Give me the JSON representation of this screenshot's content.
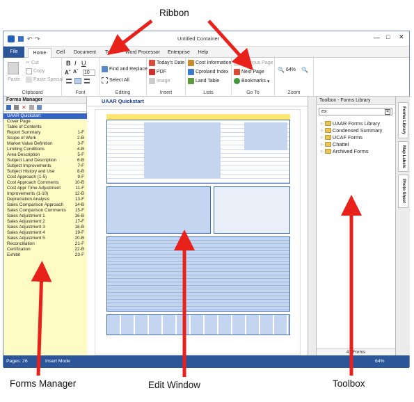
{
  "annotations": {
    "ribbon": "Ribbon",
    "forms_manager": "Forms Manager",
    "edit_window": "Edit Window",
    "toolbox": "Toolbox"
  },
  "title": "Untitled Container",
  "tabs": [
    "File",
    "Home",
    "Cell",
    "Document",
    "Tools",
    "Word Processor",
    "Enterprise",
    "Help"
  ],
  "ribbon": {
    "clipboard": {
      "label": "Clipboard",
      "cut": "Cut",
      "copy": "Copy",
      "paste": "Paste",
      "paste_special": "Paste Special"
    },
    "font": {
      "label": "Font",
      "size": "10"
    },
    "editing": {
      "label": "Editing",
      "find_replace": "Find and Replace",
      "select_all": "Select All"
    },
    "insert": {
      "label": "Insert",
      "todays_date": "Today's Date",
      "pdf": "PDF",
      "image": "Image"
    },
    "lists": {
      "label": "Lists",
      "cost_info": "Cost Information",
      "cproland": "Cproland Index",
      "land_table": "Land Table"
    },
    "goto": {
      "label": "Go To",
      "prev": "Previous Page",
      "next": "Next Page",
      "bookmarks": "Bookmarks"
    },
    "zoom": {
      "label": "Zoom",
      "value": "64%"
    }
  },
  "forms_manager": {
    "title": "Forms Manager",
    "items": [
      {
        "name": "UAAR Quickstart",
        "page": ""
      },
      {
        "name": "Cover Page",
        "page": ""
      },
      {
        "name": "Table of Contents",
        "page": ""
      },
      {
        "name": "Report Summary",
        "page": "1-F"
      },
      {
        "name": "Scope of Work",
        "page": "2-B"
      },
      {
        "name": "Market Value Definition",
        "page": "3-F"
      },
      {
        "name": "Limiting Conditions",
        "page": "4-B"
      },
      {
        "name": "Area Description",
        "page": "5-F"
      },
      {
        "name": "Subject Land Description",
        "page": "6-B"
      },
      {
        "name": "Subject Improvements",
        "page": "7-F"
      },
      {
        "name": "Subject History and Use",
        "page": "8-B"
      },
      {
        "name": "Cost Approach (1-5)",
        "page": "9-F"
      },
      {
        "name": "Cost Approach Comments",
        "page": "10-B"
      },
      {
        "name": "Cost Appr Time Adjustment",
        "page": "11-F"
      },
      {
        "name": "Improvements (1-10)",
        "page": "12-B"
      },
      {
        "name": "Depreciation Analysis",
        "page": "13-F"
      },
      {
        "name": "Sales Comparison Approach",
        "page": "14-B"
      },
      {
        "name": "Sales Comparison Comments",
        "page": "15-F"
      },
      {
        "name": "Sales Adjustment 1",
        "page": "16-B"
      },
      {
        "name": "Sales Adjustment 2",
        "page": "17-F"
      },
      {
        "name": "Sales Adjustment 3",
        "page": "18-B"
      },
      {
        "name": "Sales Adjustment 4",
        "page": "19-F"
      },
      {
        "name": "Sales Adjustment 5",
        "page": "20-B"
      },
      {
        "name": "Reconciliation",
        "page": "21-F"
      },
      {
        "name": "Certification",
        "page": "22-B"
      },
      {
        "name": "Exhibit",
        "page": "23-F"
      }
    ]
  },
  "editor": {
    "title": "UAAR Quickstart"
  },
  "toolbox": {
    "title": "Toolbox - Forms Library",
    "search": "ex",
    "items": [
      "UAAR Forms Library",
      "Condensed Summary",
      "UCAF Forms",
      "Chattel",
      "Archived Forms"
    ],
    "footer": "47 Forms",
    "side_tabs": [
      "Forms Library",
      "Map Labels",
      "Photo Sheet"
    ]
  },
  "status": {
    "pages": "Pages: 26",
    "mode": "Insert Mode",
    "zoom": "64%"
  },
  "colors": {
    "accent": "#2b579a",
    "list_bg": "#fffbc4",
    "selected": "#3565c9",
    "arrow": "#e8221b"
  }
}
